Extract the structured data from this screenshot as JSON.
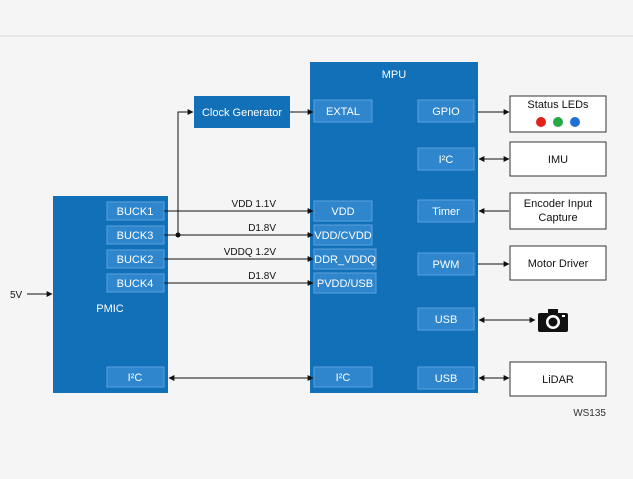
{
  "colors": {
    "block": "#1170b8",
    "pin": "#2f86cc",
    "pin_border": "#5aa3de",
    "line": "#111111",
    "ext_border": "#333333",
    "led_red": "#e0241b",
    "led_green": "#27a844",
    "led_blue": "#1f6fd6"
  },
  "pmic": {
    "title": "PMIC",
    "pins": {
      "buck1": "BUCK1",
      "buck3": "BUCK3",
      "buck2": "BUCK2",
      "buck4": "BUCK4",
      "i2c": "I²C"
    }
  },
  "clock": {
    "label": "Clock Generator"
  },
  "mpu": {
    "title": "MPU",
    "left_pins": {
      "extal": "EXTAL",
      "vdd": "VDD",
      "vdd_cvdd": "VDD/CVDD",
      "ddr_vddq": "DDR_VDDQ",
      "pvdd_usb": "PVDD/USB",
      "i2c": "I²C"
    },
    "right_pins": {
      "gpio": "GPIO",
      "i2c": "I²C",
      "timer": "Timer",
      "pwm": "PWM",
      "usb1": "USB",
      "usb2": "USB"
    }
  },
  "wires": {
    "vdd11": "VDD 1.1V",
    "d18a": "D1.8V",
    "vddq12": "VDDQ 1.2V",
    "d18b": "D1.8V"
  },
  "input": {
    "label": "5V"
  },
  "externals": {
    "status_leds": "Status LEDs",
    "imu": "IMU",
    "encoder_line1": "Encoder Input",
    "encoder_line2": "Capture",
    "motor_driver": "Motor Driver",
    "lidar": "LiDAR"
  },
  "icons": {
    "camera": "camera-icon"
  },
  "footer": {
    "ref": "WS135"
  }
}
